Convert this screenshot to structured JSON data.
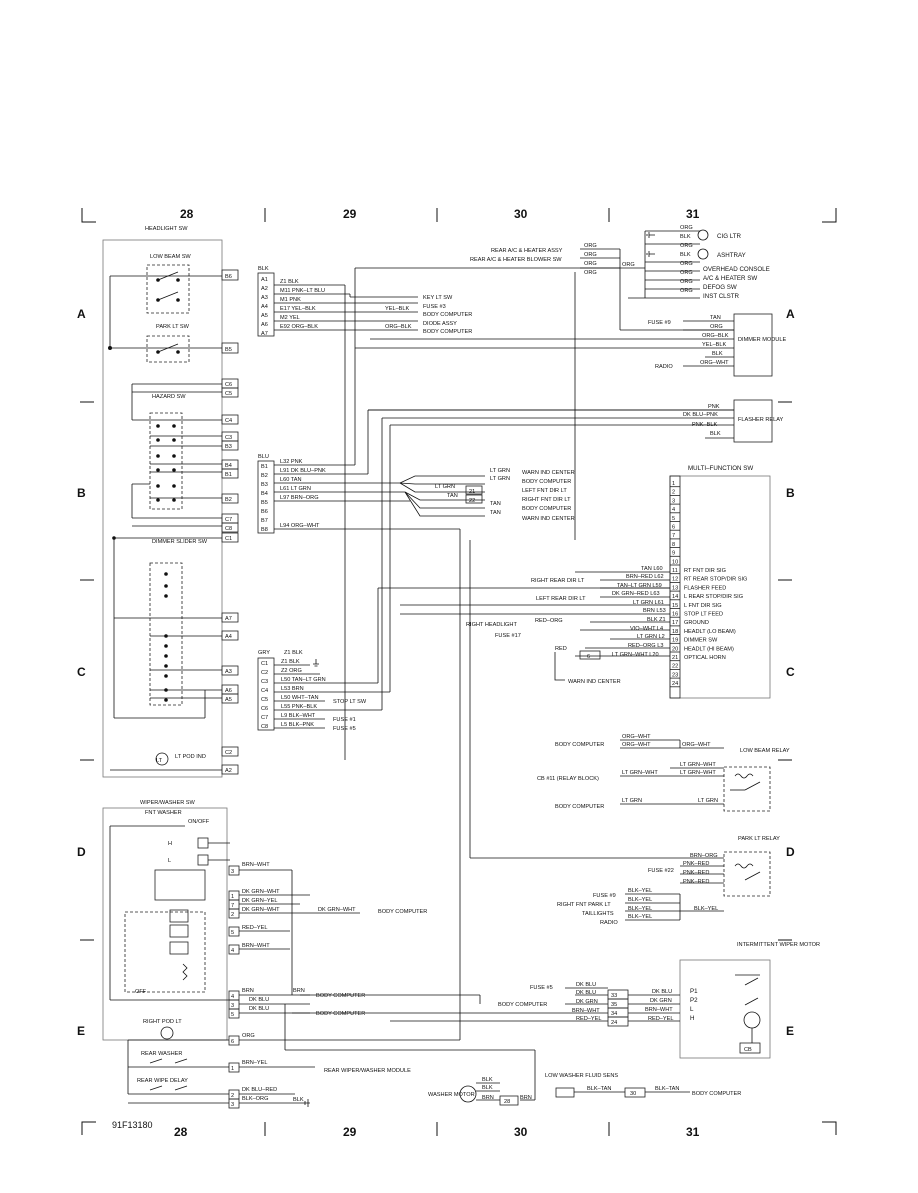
{
  "sheet": {
    "columns_top": [
      "28",
      "29",
      "30",
      "31"
    ],
    "columns_bottom": [
      "28",
      "29",
      "30",
      "31"
    ],
    "rows": [
      "A",
      "B",
      "C",
      "D",
      "E"
    ],
    "figure_id": "91F13180"
  },
  "headlight_sw": {
    "title": "HEADLIGHT SW",
    "low_beam": "LOW BEAM SW",
    "park": "PARK LT SW",
    "hazard": "HAZARD SW",
    "dimmer": "DIMMER SLIDER SW",
    "lt_pod": "LT POD IND",
    "pins_top": [
      "B6",
      "B5"
    ],
    "pins_mid": [
      "C6",
      "C5",
      "C4",
      "C3",
      "B3",
      "B4",
      "B1",
      "B2",
      "C7",
      "C8",
      "C1"
    ],
    "pins_dim": [
      "A7",
      "A4",
      "A3",
      "A6",
      "A5",
      "C2",
      "A2"
    ]
  },
  "blk_conn": {
    "label": "BLK",
    "pins": [
      "A1",
      "A2",
      "A3",
      "A4",
      "A5",
      "A6",
      "A7"
    ],
    "wires": [
      "Z1 BLK",
      "M11 PNK–LT BLU",
      "M1 PNK",
      "E17 YEL–BLK",
      "M2 YEL",
      "E92 ORG–BLK"
    ],
    "dests": [
      "KEY LT SW",
      "FUSE #3",
      "BODY COMPUTER",
      "DIODE ASSY",
      "BODY COMPUTER"
    ],
    "mid_labels": [
      "YEL–BLK",
      "ORG–BLK"
    ]
  },
  "blu_conn": {
    "label": "BLU",
    "pins": [
      "B1",
      "B2",
      "B3",
      "B4",
      "B5",
      "B6",
      "B7",
      "B8"
    ],
    "wires": [
      "L32 PNK",
      "L91 DK BLU–PNK",
      "L60 TAN",
      "L61 LT GRN",
      "L97 BRN–ORG",
      "L94 ORG–WHT"
    ]
  },
  "gry_conn": {
    "label": "GRY",
    "pins": [
      "C1",
      "C2",
      "C3",
      "C4",
      "C5",
      "C6",
      "C7",
      "C8"
    ],
    "wires": [
      "Z1 BLK",
      "Z2 ORG",
      "L50 TAN–LT GRN",
      "L53 BRN",
      "L50 WHT–TAN",
      "L55 PNK–BLK",
      "L9 BLK–WHT",
      "L5 BLK–PNK"
    ],
    "dests": [
      "STOP LT SW",
      "FUSE #1",
      "FUSE #5"
    ]
  },
  "turn_block": {
    "wires": [
      "LT GRN",
      "LT GRN",
      "LT GRN",
      "TAN",
      "TAN",
      "TAN"
    ],
    "dests": [
      "WARN IND CENTER",
      "BODY COMPUTER",
      "LEFT FNT DIR LT",
      "RIGHT FNT DIR LT",
      "BODY COMPUTER",
      "WARN IND CENTER"
    ],
    "split": [
      "21",
      "22"
    ]
  },
  "top_right": {
    "left_labels": [
      "REAR A/C & HEATER ASSY",
      "REAR A/C & HEATER BLOWER SW"
    ],
    "wires": [
      "ORG",
      "BLK",
      "ORG",
      "BLK",
      "ORG",
      "ORG",
      "ORG",
      "ORG"
    ],
    "junction": "ORG",
    "dests": [
      "CIG LTR",
      "ASHTRAY",
      "OVERHEAD CONSOLE",
      "A/C & HEATER SW",
      "DEFOG SW",
      "INST CLSTR"
    ]
  },
  "dimmer_module": {
    "title": "DIMMER MODULE",
    "fuse": "FUSE #9",
    "radio": "RADIO",
    "wires": [
      "TAN",
      "ORG",
      "ORG–BLK",
      "YEL–BLK",
      "BLK",
      "ORG–WHT"
    ]
  },
  "flasher": {
    "title": "FLASHER RELAY",
    "wires": [
      "PNK",
      "DK BLU–PNK",
      "PNK–BLK",
      "BLK"
    ]
  },
  "mfs": {
    "title": "MULTI–FUNCTION SW",
    "pins": [
      "1",
      "2",
      "3",
      "4",
      "5",
      "6",
      "7",
      "8",
      "9",
      "10",
      "11",
      "12",
      "13",
      "14",
      "15",
      "16",
      "17",
      "18",
      "19",
      "20",
      "21",
      "22",
      "23",
      "24"
    ],
    "labels": {
      "11": "RT FNT DIR SIG",
      "12": "RT REAR STOP/DIR SIG",
      "13": "FLASHER FEED",
      "14": "L REAR STOP/DIR SIG",
      "15": "L FNT DIR SIG",
      "16": "STOP LT FEED",
      "17": "GROUND",
      "18": "HEADLT (LO BEAM)",
      "19": "DIMMER SW",
      "20": "HEADLT (HI BEAM)",
      "21": "OPTICAL HORN"
    },
    "wires": [
      "TAN L60",
      "BRN–RED L62",
      "TAN–LT GRN L59",
      "DK GRN–RED L63",
      "LT GRN L61",
      "BRN L53",
      "BLK Z1",
      "VIO–WHT L4",
      "LT GRN L2",
      "RED–ORG L3",
      "LT GRN–WHT L20"
    ],
    "left": [
      "RIGHT REAR DIR LT",
      "LEFT REAR DIR LT",
      "RIGHT HEADLIGHT",
      "FUSE #17",
      "WARN IND CENTER"
    ],
    "extra": [
      "RED–ORG",
      "RED",
      "6"
    ]
  },
  "low_beam_relay": {
    "title": "LOW BEAM RELAY",
    "rows": [
      "BODY COMPUTER",
      "CB #11 (RELAY BLOCK)",
      "BODY COMPUTER"
    ],
    "wires": [
      "ORG–WHT",
      "ORG–WHT",
      "ORG–WHT",
      "LT GRN–WHT",
      "LT GRN–WHT",
      "LT GRN–WHT",
      "LT GRN",
      "LT GRN"
    ]
  },
  "park_relay": {
    "title": "PARK LT RELAY",
    "fuse": "FUSE #22",
    "wires": [
      "BRN–ORG",
      "PNK–RED",
      "PNK–RED",
      "PNK–RED",
      "BLK–YEL",
      "BLK–YEL",
      "BLK–YEL",
      "BLK–YEL",
      "BLK–YEL"
    ],
    "left": [
      "FUSE #9",
      "RIGHT FNT PARK LT",
      "TAILLIGHTS",
      "RADIO"
    ]
  },
  "wiper_sw": {
    "title": "WIPER/WASHER SW",
    "fnt_washer": "FNT WASHER",
    "onoff": "ON/OFF",
    "h": "H",
    "l": "L",
    "off": "OFF",
    "pins": [
      "3",
      "1",
      "7",
      "2",
      "5",
      "4",
      "4",
      "3",
      "5",
      "6",
      "1",
      "2",
      "3"
    ],
    "wires": [
      "BRN–WHT",
      "DK GRN–WHT",
      "DK GRN–YEL",
      "DK GRN–WHT",
      "RED–YEL",
      "BRN–WHT",
      "BRN",
      "DK BLU",
      "DK BLU",
      "ORG",
      "BRN–YEL",
      "DK BLU–RED",
      "BLK–ORG"
    ],
    "mid_wires": [
      "DK GRN–WHT",
      "BRN",
      "BRN",
      "BLK"
    ],
    "dests": [
      "BODY COMPUTER",
      "BODY COMPUTER",
      "BODY COMPUTER",
      "REAR WIPER/WASHER MODULE"
    ],
    "right_pod": "RIGHT POD LT",
    "rear_washer": "REAR WASHER",
    "rear_wipe": "REAR WIPE DELAY"
  },
  "wiper_motor": {
    "title": "INTERMITTENT WIPER MOTOR",
    "fuse": "FUSE #5",
    "body": "BODY COMPUTER",
    "left_wires": [
      "DK BLU",
      "DK BLU",
      "DK GRN",
      "BRN–WHT",
      "RED–YEL"
    ],
    "pins": [
      "33",
      "35",
      "34",
      "24"
    ],
    "right_wires": [
      "DK BLU",
      "DK GRN",
      "BRN–WHT",
      "RED–YEL"
    ],
    "terms": [
      "P1",
      "P2",
      "L",
      "H"
    ],
    "cb": "CB"
  },
  "washer": {
    "motor": "WASHER MOTOR",
    "wires": [
      "BLK",
      "BLK",
      "BRN",
      "BRN"
    ],
    "conn": "28",
    "fluid": "LOW WASHER FLUID SENS",
    "fluid_wires": [
      "BLK–TAN",
      "BLK–TAN"
    ],
    "conn2": "30",
    "dest": "BODY COMPUTER"
  }
}
